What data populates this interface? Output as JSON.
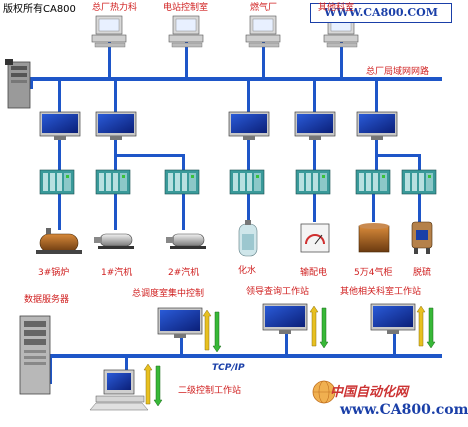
{
  "copyright": "版权所有CA800",
  "watermark_badge": "WWW.CA800.COM",
  "watermark_bottom_cn": "中国自动化网",
  "watermark_bottom_url": "www.CA800.com",
  "network": {
    "wan_label": "总厂局域网网路",
    "lan_label": "TCP/IP"
  },
  "top_stations": [
    "总厂热力科",
    "电站控制室",
    "燃气厂",
    "其他科室"
  ],
  "equipment": [
    "3#锅炉",
    "1#汽机",
    "2#汽机",
    "化水",
    "输配电",
    "5万4气柜",
    "脱硫"
  ],
  "bottom": {
    "data_server": "数据服务器",
    "dispatch": "总调度室集中控制",
    "leader": "领导查询工作站",
    "other_rooms": "其他相关科室工作站",
    "secondary": "二级控制工作站"
  }
}
